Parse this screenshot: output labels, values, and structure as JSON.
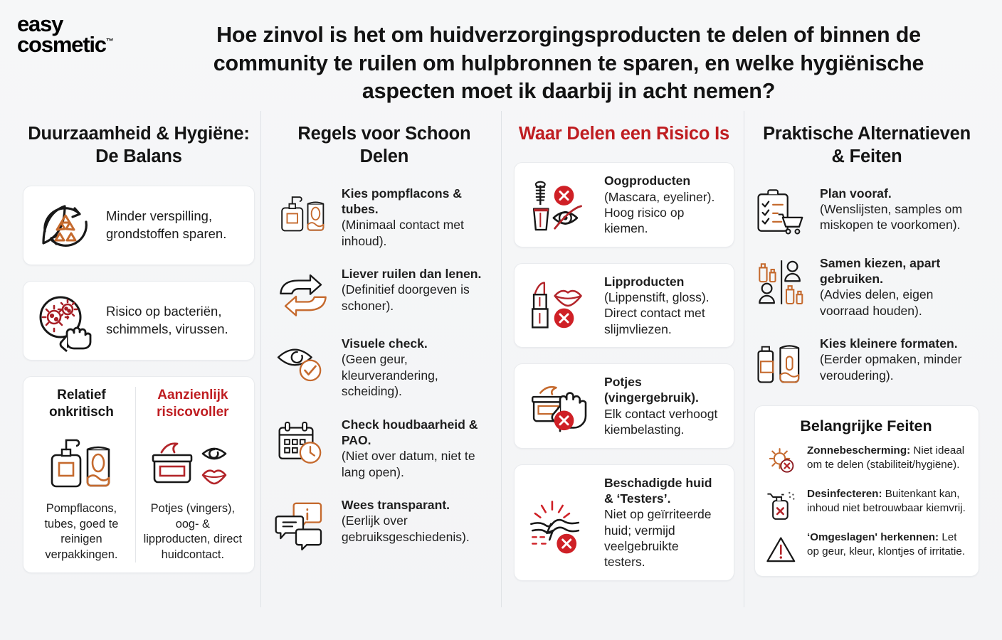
{
  "brand": {
    "line1": "easy",
    "line2": "cosmetic",
    "tm": "™"
  },
  "headline": "Hoe zinvol is het om huidverzorgingsproducten te delen of binnen de community te ruilen om hulpbronnen te sparen, en welke hygiënische aspecten moet ik daarbij in acht nemen?",
  "colors": {
    "red": "#bf1d21",
    "orange": "#c56a2e",
    "ink": "#1a1a1a",
    "background": "#f4f5f7",
    "card": "#ffffff"
  },
  "columns": [
    {
      "title": "Duurzaamheid & Hygiëne: De Balans",
      "title_color": "ink",
      "cards": [
        {
          "icon": "leaf-recycle-icon",
          "text": "Minder verspilling, grondstoffen sparen."
        },
        {
          "icon": "germs-touch-icon",
          "text": "Risico op bacteriën, schimmels, virussen."
        }
      ],
      "compare": {
        "left": {
          "heading": "Relatief onkritisch",
          "icon": "pump-bottle-tube-icon",
          "caption": "Pompflacons, tubes, goed te reinigen verpakkingen."
        },
        "right": {
          "heading": "Aanzienlijk risicovoller",
          "icon": "jar-eye-lips-icon",
          "caption": "Potjes (vingers), oog- & lipproducten, direct huidcontact."
        }
      }
    },
    {
      "title": "Regels voor Schoon Delen",
      "title_color": "ink",
      "items": [
        {
          "icon": "pump-bottle-tube-icon",
          "title": "Kies pompflacons & tubes.",
          "sub": "(Minimaal contact met inhoud)."
        },
        {
          "icon": "swap-arrows-icon",
          "title": "Liever ruilen dan lenen.",
          "sub": "(Definitief doorgeven is schoner)."
        },
        {
          "icon": "eye-check-icon",
          "title": "Visuele check.",
          "sub": "(Geen geur, kleurverandering, scheiding)."
        },
        {
          "icon": "calendar-clock-icon",
          "title": "Check houdbaarheid & PAO.",
          "sub": "(Niet over datum, niet te lang open)."
        },
        {
          "icon": "chat-info-icon",
          "title": "Wees transparant.",
          "sub": "(Eerlijk over gebruiksgeschiedenis)."
        }
      ]
    },
    {
      "title": "Waar Delen een Risico Is",
      "title_color": "red",
      "cards": [
        {
          "icon": "mascara-eye-blocked-icon",
          "title": "Oogproducten",
          "sub": "(Mascara, eyeliner). Hoog risico op kiemen."
        },
        {
          "icon": "lipstick-lips-blocked-icon",
          "title": "Lipproducten",
          "sub": "(Lippenstift, gloss). Direct contact met slijmvliezen."
        },
        {
          "icon": "jar-hand-blocked-icon",
          "title": "Potjes (vingergebruik).",
          "sub": "Elk contact verhoogt kiembelasting."
        },
        {
          "icon": "irritated-skin-blocked-icon",
          "title": "Beschadigde huid & ‘Testers’.",
          "sub": "Niet op geïrriteerde huid; vermijd veelgebruikte testers."
        }
      ]
    },
    {
      "title": "Praktische Alternatieven & Feiten",
      "title_color": "ink",
      "items": [
        {
          "icon": "clipboard-cart-icon",
          "title": "Plan vooraf.",
          "sub": "(Wenslijsten, samples om miskopen te voorkomen)."
        },
        {
          "icon": "two-people-bottles-icon",
          "title": "Samen kiezen, apart gebruiken.",
          "sub": "(Advies delen, eigen voorraad houden)."
        },
        {
          "icon": "small-bottle-tube-icon",
          "title": "Kies kleinere formaten.",
          "sub": "(Eerder opmaken, minder veroudering)."
        }
      ],
      "facts": {
        "heading": "Belangrijke Feiten",
        "items": [
          {
            "icon": "sun-blocked-icon",
            "bold": "Zonnebescherming:",
            "rest": " Niet ideaal om te delen (stabiliteit/hygiëne)."
          },
          {
            "icon": "spray-bottle-blocked-icon",
            "bold": "Desinfecteren:",
            "rest": " Buitenkant kan, inhoud niet betrouwbaar kiemvrij."
          },
          {
            "icon": "warning-triangle-icon",
            "bold": "‘Omgeslagen' herkennen:",
            "rest": " Let op geur, kleur, klontjes of irritatie."
          }
        ]
      }
    }
  ]
}
